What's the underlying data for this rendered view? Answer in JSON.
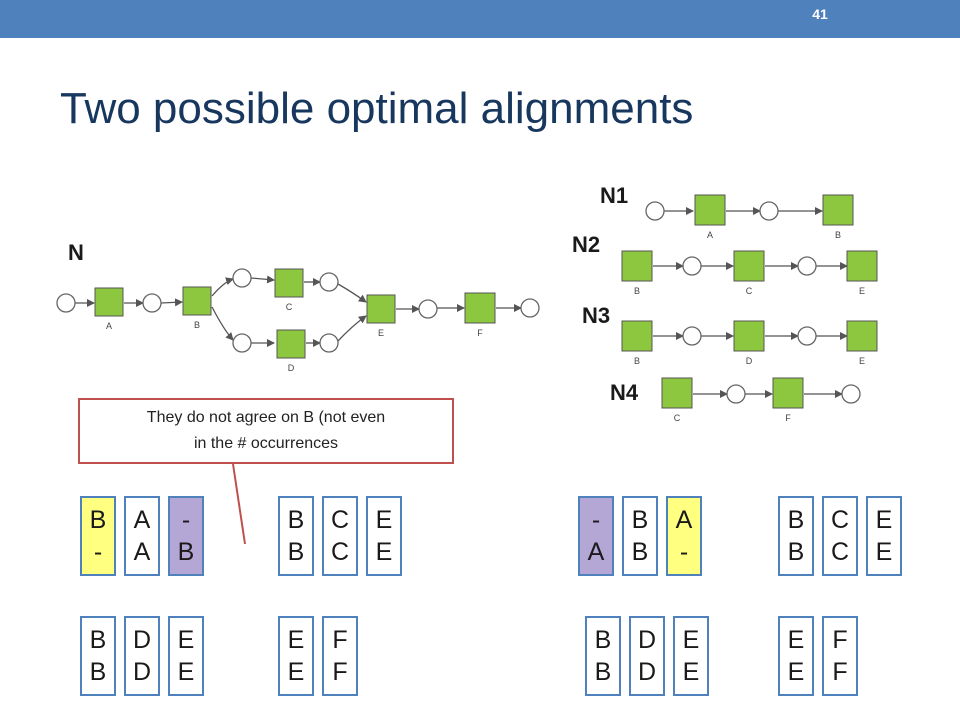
{
  "slide": {
    "number": "41",
    "title": "Two possible optimal alignments"
  },
  "net_labels": {
    "n": "N",
    "n1": "N1",
    "n2": "N2",
    "n3": "N3",
    "n4": "N4"
  },
  "transitions": {
    "n": [
      "A",
      "B",
      "C",
      "D",
      "E",
      "F"
    ],
    "n1": [
      "A",
      "B"
    ],
    "n2": [
      "B",
      "C",
      "E"
    ],
    "n3": [
      "B",
      "D",
      "E"
    ],
    "n4": [
      "C",
      "F"
    ]
  },
  "callout": {
    "line1": "They do not agree on B (not even",
    "line2": "in the # occurrences"
  },
  "alignment1": [
    [
      {
        "top": "B",
        "bottom": "-",
        "style": "yellow"
      },
      {
        "top": "A",
        "bottom": "A",
        "style": "plain"
      },
      {
        "top": "-",
        "bottom": "B",
        "style": "purple"
      }
    ],
    [
      {
        "top": "B",
        "bottom": "B",
        "style": "plain"
      },
      {
        "top": "C",
        "bottom": "C",
        "style": "plain"
      },
      {
        "top": "E",
        "bottom": "E",
        "style": "plain"
      }
    ],
    [
      {
        "top": "B",
        "bottom": "B",
        "style": "plain"
      },
      {
        "top": "D",
        "bottom": "D",
        "style": "plain"
      },
      {
        "top": "E",
        "bottom": "E",
        "style": "plain"
      }
    ],
    [
      {
        "top": "E",
        "bottom": "E",
        "style": "plain"
      },
      {
        "top": "F",
        "bottom": "F",
        "style": "plain"
      }
    ]
  ],
  "alignment2": [
    [
      {
        "top": "-",
        "bottom": "A",
        "style": "purple"
      },
      {
        "top": "B",
        "bottom": "B",
        "style": "plain"
      },
      {
        "top": "A",
        "bottom": "-",
        "style": "yellow"
      }
    ],
    [
      {
        "top": "B",
        "bottom": "B",
        "style": "plain"
      },
      {
        "top": "C",
        "bottom": "C",
        "style": "plain"
      },
      {
        "top": "E",
        "bottom": "E",
        "style": "plain"
      }
    ],
    [
      {
        "top": "B",
        "bottom": "B",
        "style": "plain"
      },
      {
        "top": "D",
        "bottom": "D",
        "style": "plain"
      },
      {
        "top": "E",
        "bottom": "E",
        "style": "plain"
      }
    ],
    [
      {
        "top": "E",
        "bottom": "E",
        "style": "plain"
      },
      {
        "top": "F",
        "bottom": "F",
        "style": "plain"
      }
    ]
  ],
  "colors": {
    "header": "#4f81bd",
    "title": "#17375e",
    "transition": "#8dc63f",
    "yellow": "#ffff80",
    "purple": "#b4a7d6",
    "callout_border": "#c0504d",
    "move_border": "#4f81bd"
  }
}
